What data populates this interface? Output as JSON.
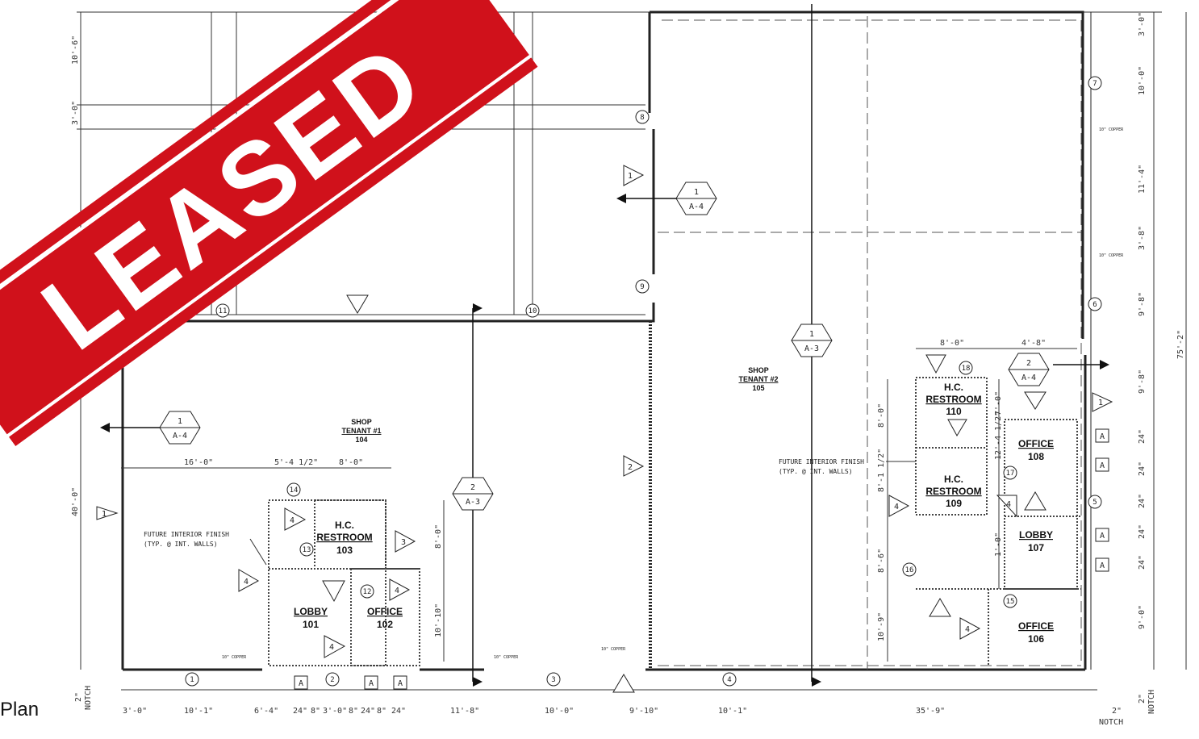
{
  "stamp": {
    "text": "LEASED",
    "color": "#d0111b"
  },
  "caption": "Plan",
  "rooms": {
    "shop1": [
      "SHOP",
      "TENANT #1",
      "104"
    ],
    "shop2": [
      "SHOP",
      "TENANT #2",
      "105"
    ],
    "restroom103a": [
      "H.C.",
      "RESTROOM",
      "103"
    ],
    "lobby101": [
      "LOBBY",
      "101"
    ],
    "office102": [
      "OFFICE",
      "102"
    ],
    "restroom110": [
      "H.C.",
      "RESTROOM",
      "110"
    ],
    "restroom109": [
      "H.C.",
      "RESTROOM",
      "109"
    ],
    "office108": [
      "OFFICE",
      "108"
    ],
    "lobby107": [
      "LOBBY",
      "107"
    ],
    "office106": [
      "OFFICE",
      "106"
    ]
  },
  "notes": {
    "future_left": [
      "FUTURE INTERIOR FINISH",
      "(TYP. @ INT. WALLS)"
    ],
    "future_right": [
      "FUTURE INTERIOR FINISH",
      "(TYP. @ INT. WALLS)"
    ],
    "copper": "10\" COPPER"
  },
  "section_tags": [
    {
      "num": "1",
      "sheet": "A-4"
    },
    {
      "num": "1",
      "sheet": "A-4"
    },
    {
      "num": "2",
      "sheet": "A-3"
    },
    {
      "num": "1",
      "sheet": "A-3"
    },
    {
      "num": "2",
      "sheet": "A-4"
    }
  ],
  "bottom_dims": [
    "3'-0\"",
    "10'-1\"",
    "6'-4\"",
    "24\"",
    "8\"",
    "3'-0\"",
    "8\"",
    "24\"",
    "8\"",
    "24\"",
    "11'-8\"",
    "10'-0\"",
    "9'-10\"",
    "10'-1\"",
    "35'-9\""
  ],
  "notch": "NOTCH",
  "notch_dim": "2\"",
  "left_dims": [
    "10'-6\"",
    "3'-0\"",
    "40'-0\""
  ],
  "right_dims": [
    "3'-0\"",
    "10'-0\"",
    "11'-4\"",
    "3'-8\"",
    "9'-8\"",
    "9'-8\"",
    "24\"",
    "24\"",
    "24\"",
    "24\"",
    "24\"",
    "9'-0\""
  ],
  "overall_dim": "75'-2\"",
  "interior_dims": [
    "16'-0\"",
    "5'-4 1/2\"",
    "8'-0\"",
    "8'-0\"",
    "10'-10\"",
    "8'-0\"",
    "8'-0\"",
    "8'-1 1/2\"",
    "8'-6\"",
    "10'-9\"",
    "4'-8\"",
    "7'-0\"",
    "12'-4 1/2\"",
    "1'-0\""
  ],
  "door_marks": [
    "1",
    "2",
    "3",
    "4",
    "5",
    "6",
    "7",
    "8",
    "9",
    "10",
    "11",
    "12",
    "13",
    "14",
    "15",
    "16",
    "17",
    "18"
  ],
  "wall_tags": [
    "1",
    "2",
    "3",
    "4",
    "A"
  ]
}
